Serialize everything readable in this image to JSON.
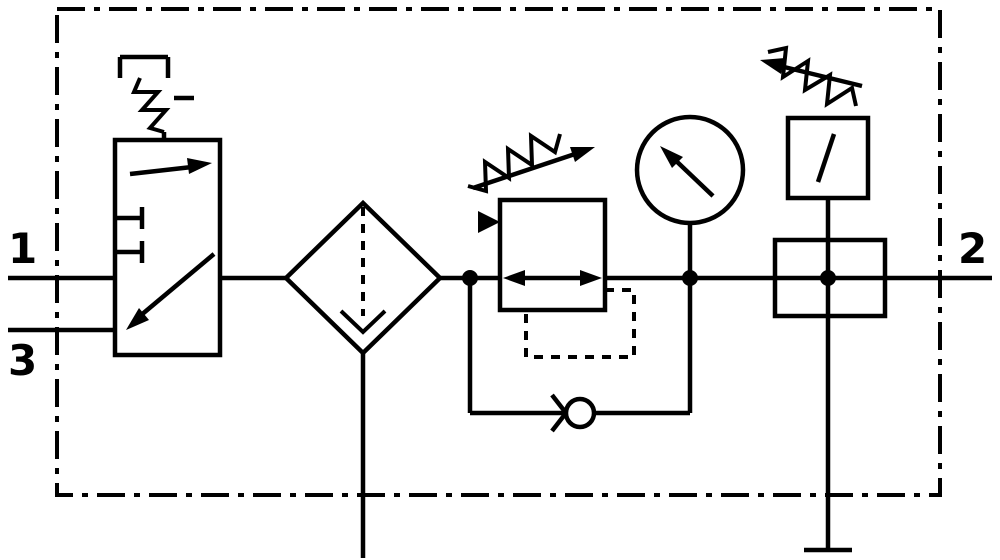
{
  "diagram": {
    "kind": "pneumatic-circuit-diagram",
    "ports": {
      "p1": "1",
      "p2": "2",
      "p3": "3"
    },
    "colors": {
      "line": "#000000",
      "background": "#ffffff"
    },
    "components": [
      "manual-3-2-shutoff-valve",
      "filter-water-separator",
      "adjustable-pressure-regulator-relieving",
      "check-valve-bypass",
      "pressure-gauge",
      "pilot-spring-shutoff-valve",
      "dash-dot-enclosure-frame"
    ]
  }
}
